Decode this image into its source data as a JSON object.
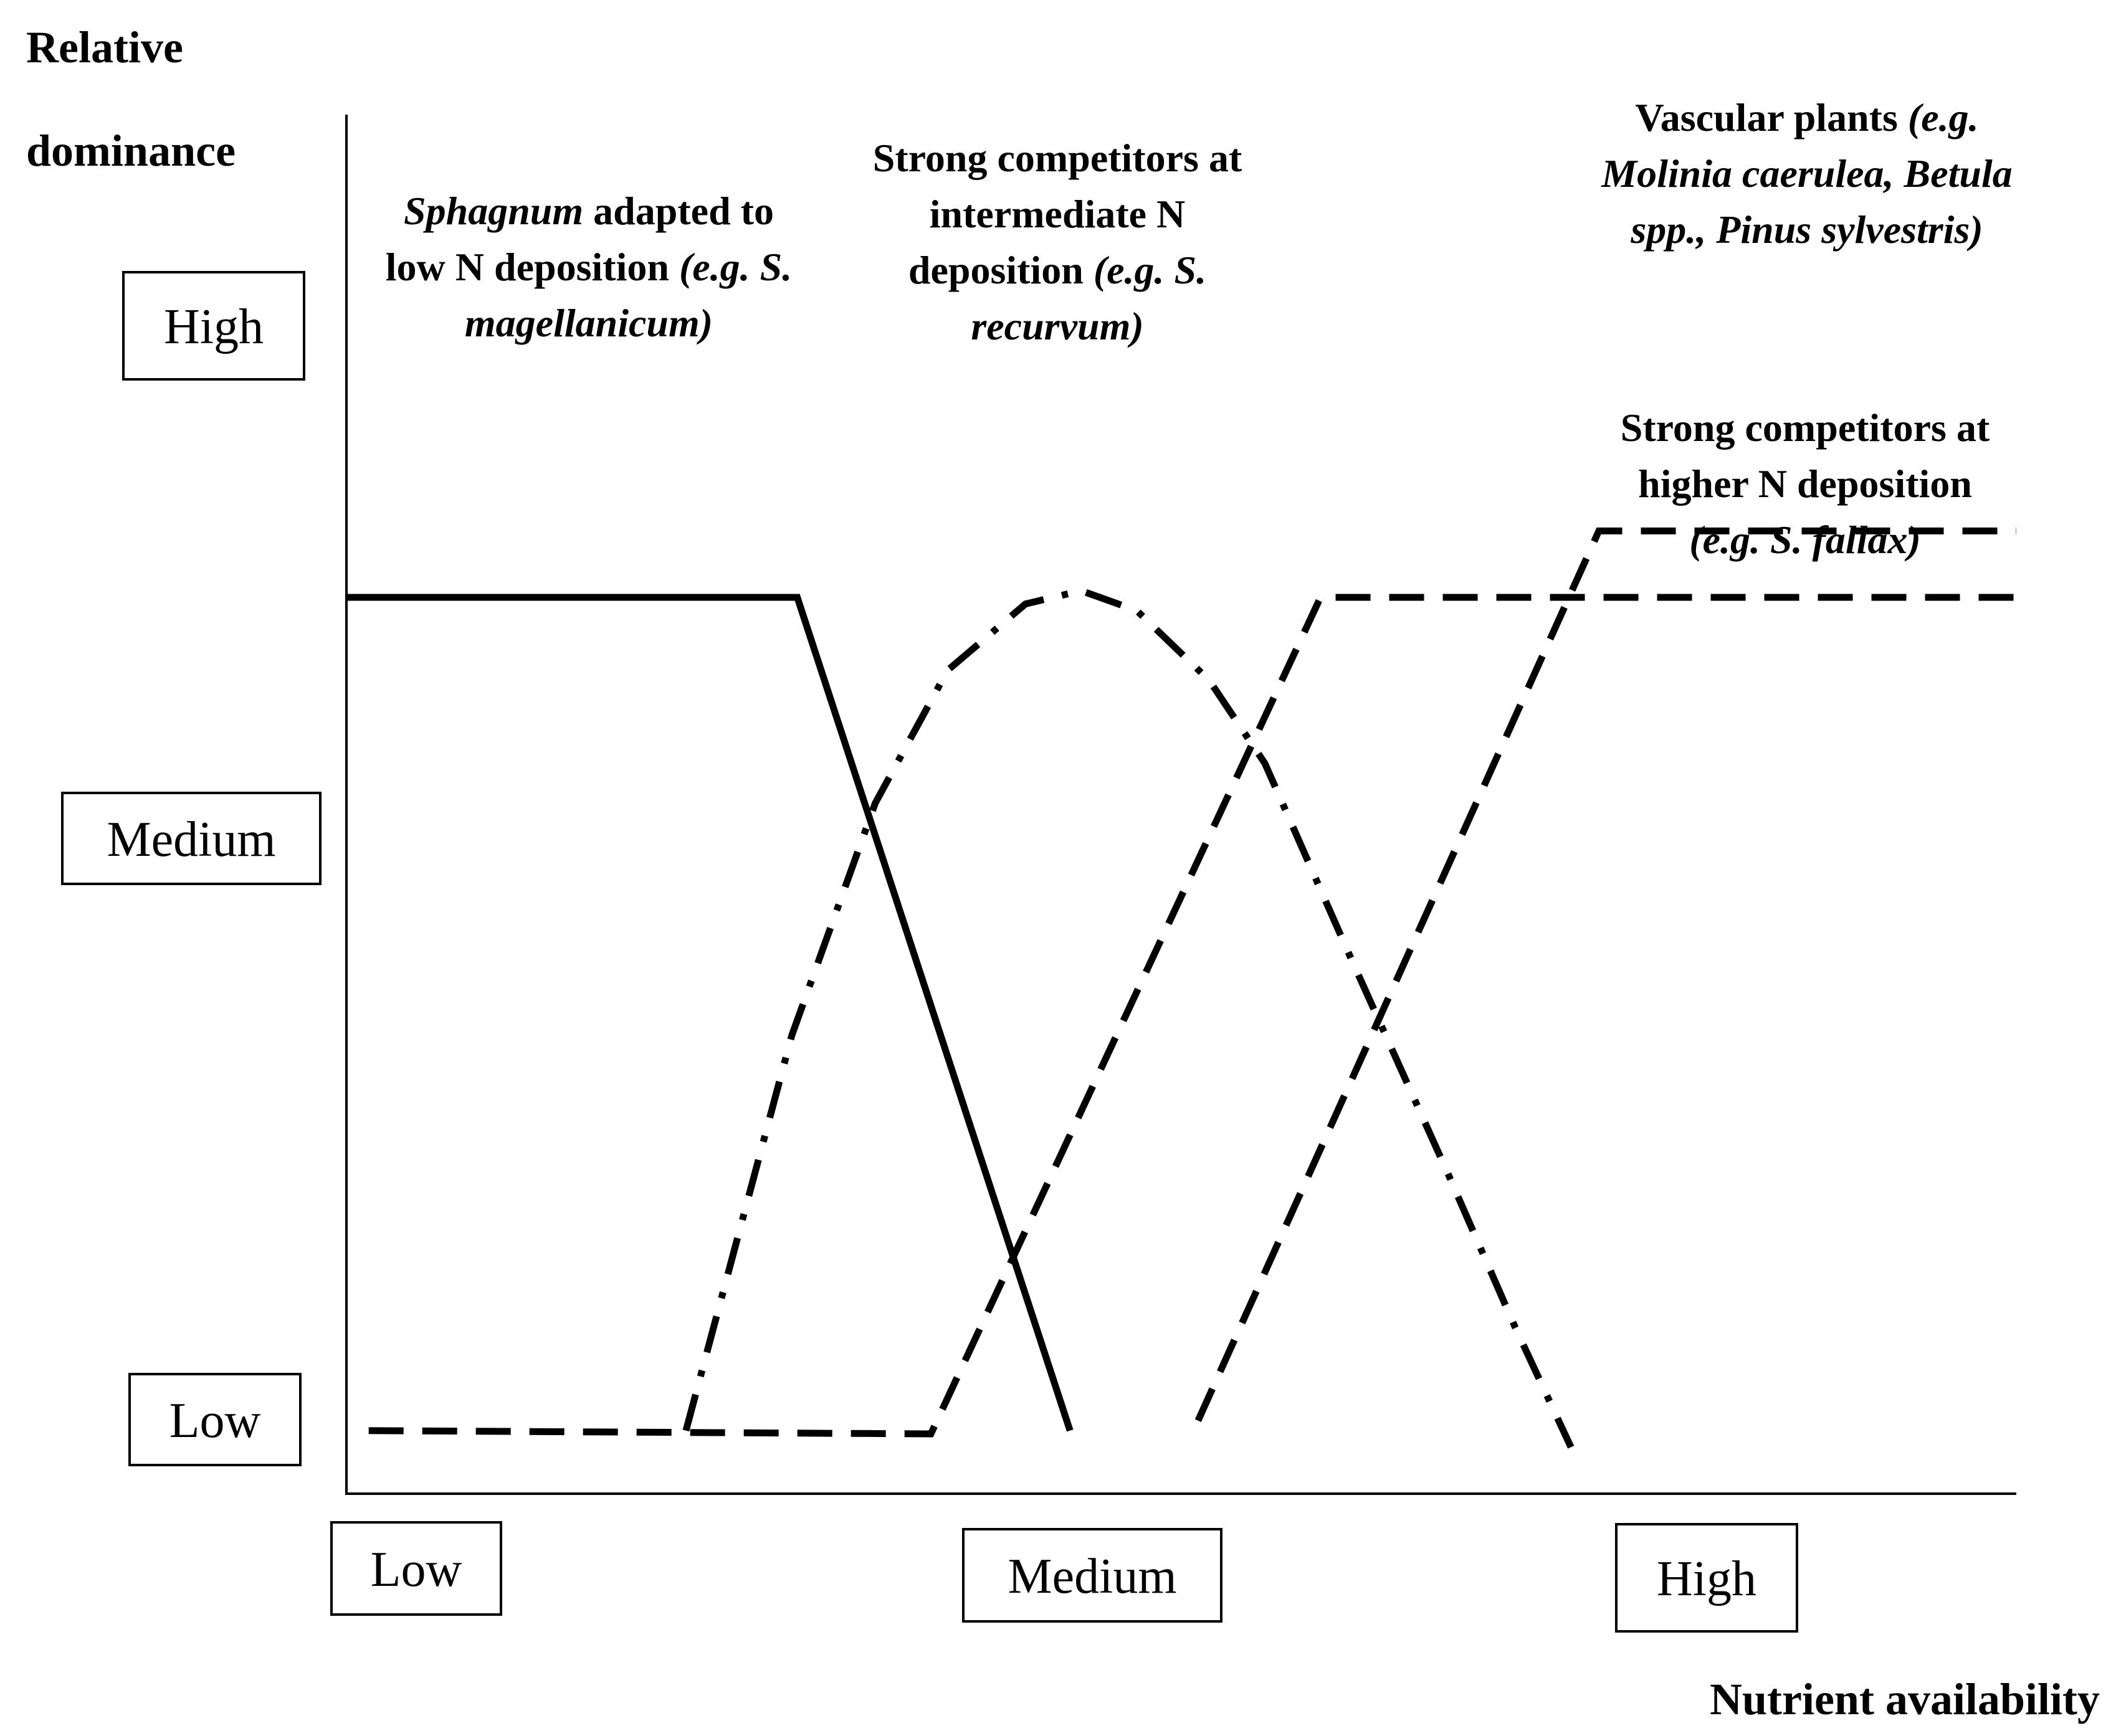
{
  "chart_data": {
    "type": "line",
    "ylabel_lines": [
      "Relative",
      "dominance"
    ],
    "xlabel": "Nutrient availability",
    "x_ticks": [
      "Low",
      "Medium",
      "High"
    ],
    "y_ticks": [
      "Low",
      "Medium",
      "High"
    ],
    "xlim": [
      0,
      3
    ],
    "ylim": [
      0,
      3
    ],
    "series": [
      {
        "id": "low-n-sphagnum",
        "style": "solid",
        "points": [
          [
            0.0,
            2.52
          ],
          [
            0.81,
            2.52
          ],
          [
            1.3,
            0.01
          ]
        ],
        "label_lines": [
          [
            {
              "t": "Sphagnum",
              "i": true
            },
            {
              "t": " adapted to",
              "i": false
            }
          ],
          [
            {
              "t": "low N deposition ",
              "i": false
            },
            {
              "t": "(e.g. S.",
              "i": true
            }
          ],
          [
            {
              "t": "magellanicum)",
              "i": true
            }
          ]
        ]
      },
      {
        "id": "intermediate-n-competitors",
        "style": "dashdot",
        "points": [
          [
            0.61,
            0.01
          ],
          [
            0.8,
            1.2
          ],
          [
            0.95,
            1.9
          ],
          [
            1.08,
            2.3
          ],
          [
            1.22,
            2.5
          ],
          [
            1.32,
            2.54
          ],
          [
            1.42,
            2.48
          ],
          [
            1.55,
            2.27
          ],
          [
            1.65,
            2.02
          ],
          [
            1.8,
            1.45
          ],
          [
            1.98,
            0.78
          ],
          [
            2.1,
            0.32
          ],
          [
            2.2,
            -0.04
          ]
        ],
        "label_lines": [
          [
            {
              "t": "Strong competitors at",
              "i": false
            }
          ],
          [
            {
              "t": "intermediate N",
              "i": false
            }
          ],
          [
            {
              "t": "deposition ",
              "i": false
            },
            {
              "t": "(e.g. S.",
              "i": true
            }
          ],
          [
            {
              "t": "recurvum)",
              "i": true
            }
          ]
        ]
      },
      {
        "id": "higher-n-competitors",
        "style": "dashed",
        "points": [
          [
            0.04,
            0.01
          ],
          [
            1.05,
            0.0
          ],
          [
            1.75,
            2.52
          ],
          [
            3.0,
            2.52
          ]
        ],
        "label_lines": [
          [
            {
              "t": "Strong competitors at",
              "i": false
            }
          ],
          [
            {
              "t": "higher N deposition",
              "i": false
            }
          ],
          [
            {
              "t": "(e.g. S. fallax)",
              "i": true
            }
          ]
        ]
      },
      {
        "id": "vascular-plants",
        "style": "dashed",
        "points": [
          [
            1.53,
            0.04
          ],
          [
            2.25,
            2.72
          ],
          [
            3.0,
            2.72
          ]
        ],
        "label_lines": [
          [
            {
              "t": "Vascular plants ",
              "i": false
            },
            {
              "t": "(e.g.",
              "i": true
            }
          ],
          [
            {
              "t": "Molinia caerulea, Betula",
              "i": true
            }
          ],
          [
            {
              "t": "spp., Pinus sylvestris)",
              "i": true
            }
          ]
        ]
      }
    ]
  }
}
